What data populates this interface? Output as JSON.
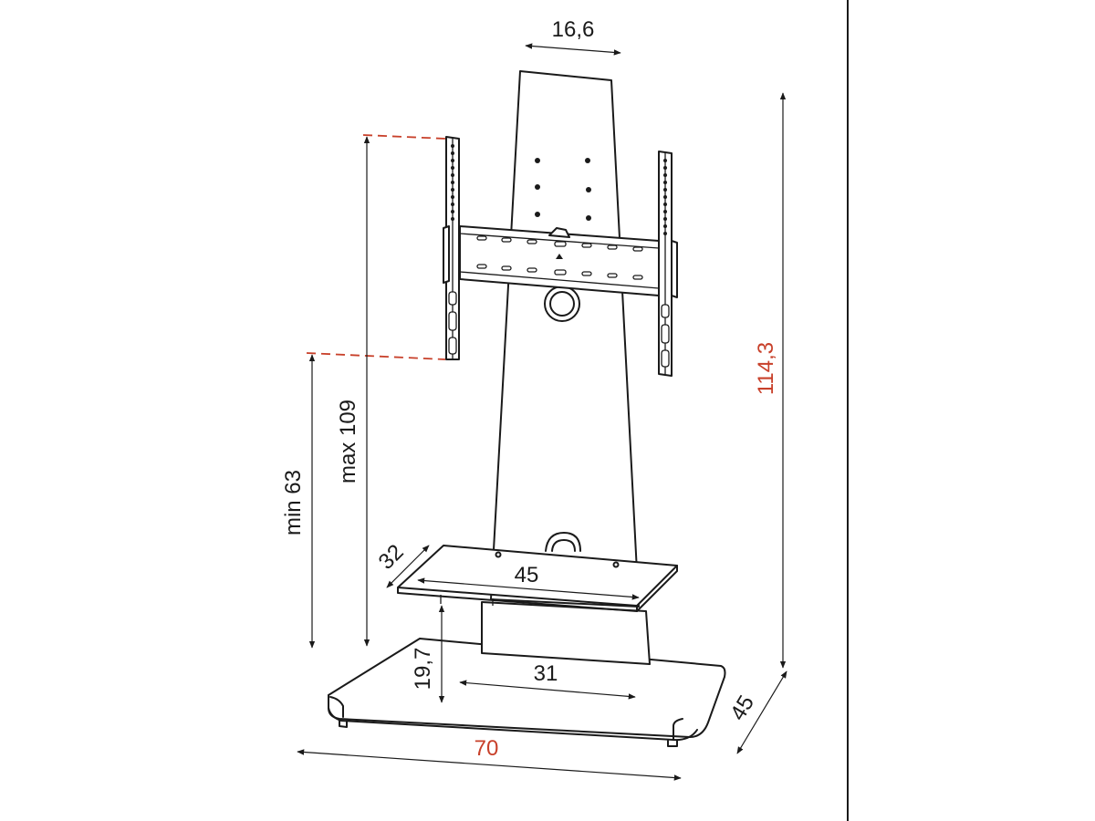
{
  "dimensions": {
    "top_width": "16,6",
    "total_height": "114,3",
    "max_height": "max 109",
    "min_height": "min 63",
    "shelf_depth": "32",
    "shelf_width": "45",
    "shelf_height": "19,7",
    "column_width": "31",
    "base_width": "70",
    "base_depth": "45"
  },
  "colors": {
    "line": "#1a1a1a",
    "accent": "#c8402a",
    "background": "#ffffff"
  }
}
